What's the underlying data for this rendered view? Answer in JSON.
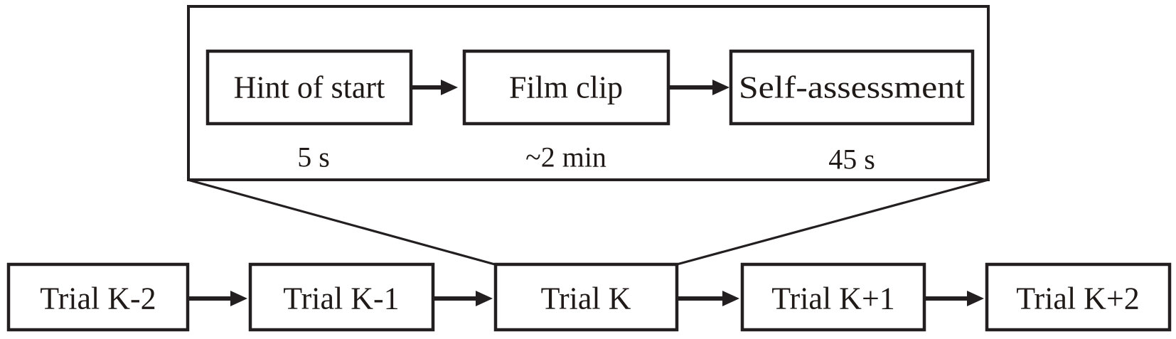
{
  "expanded_trial": {
    "steps": [
      {
        "label": "Hint of start",
        "duration": "5 s"
      },
      {
        "label": "Film clip",
        "duration": "~2 min"
      },
      {
        "label": "Self-assessment",
        "duration": "45 s"
      }
    ]
  },
  "trials": [
    {
      "label": "Trial K-2"
    },
    {
      "label": "Trial K-1"
    },
    {
      "label": "Trial K"
    },
    {
      "label": "Trial K+1"
    },
    {
      "label": "Trial K+2"
    }
  ]
}
